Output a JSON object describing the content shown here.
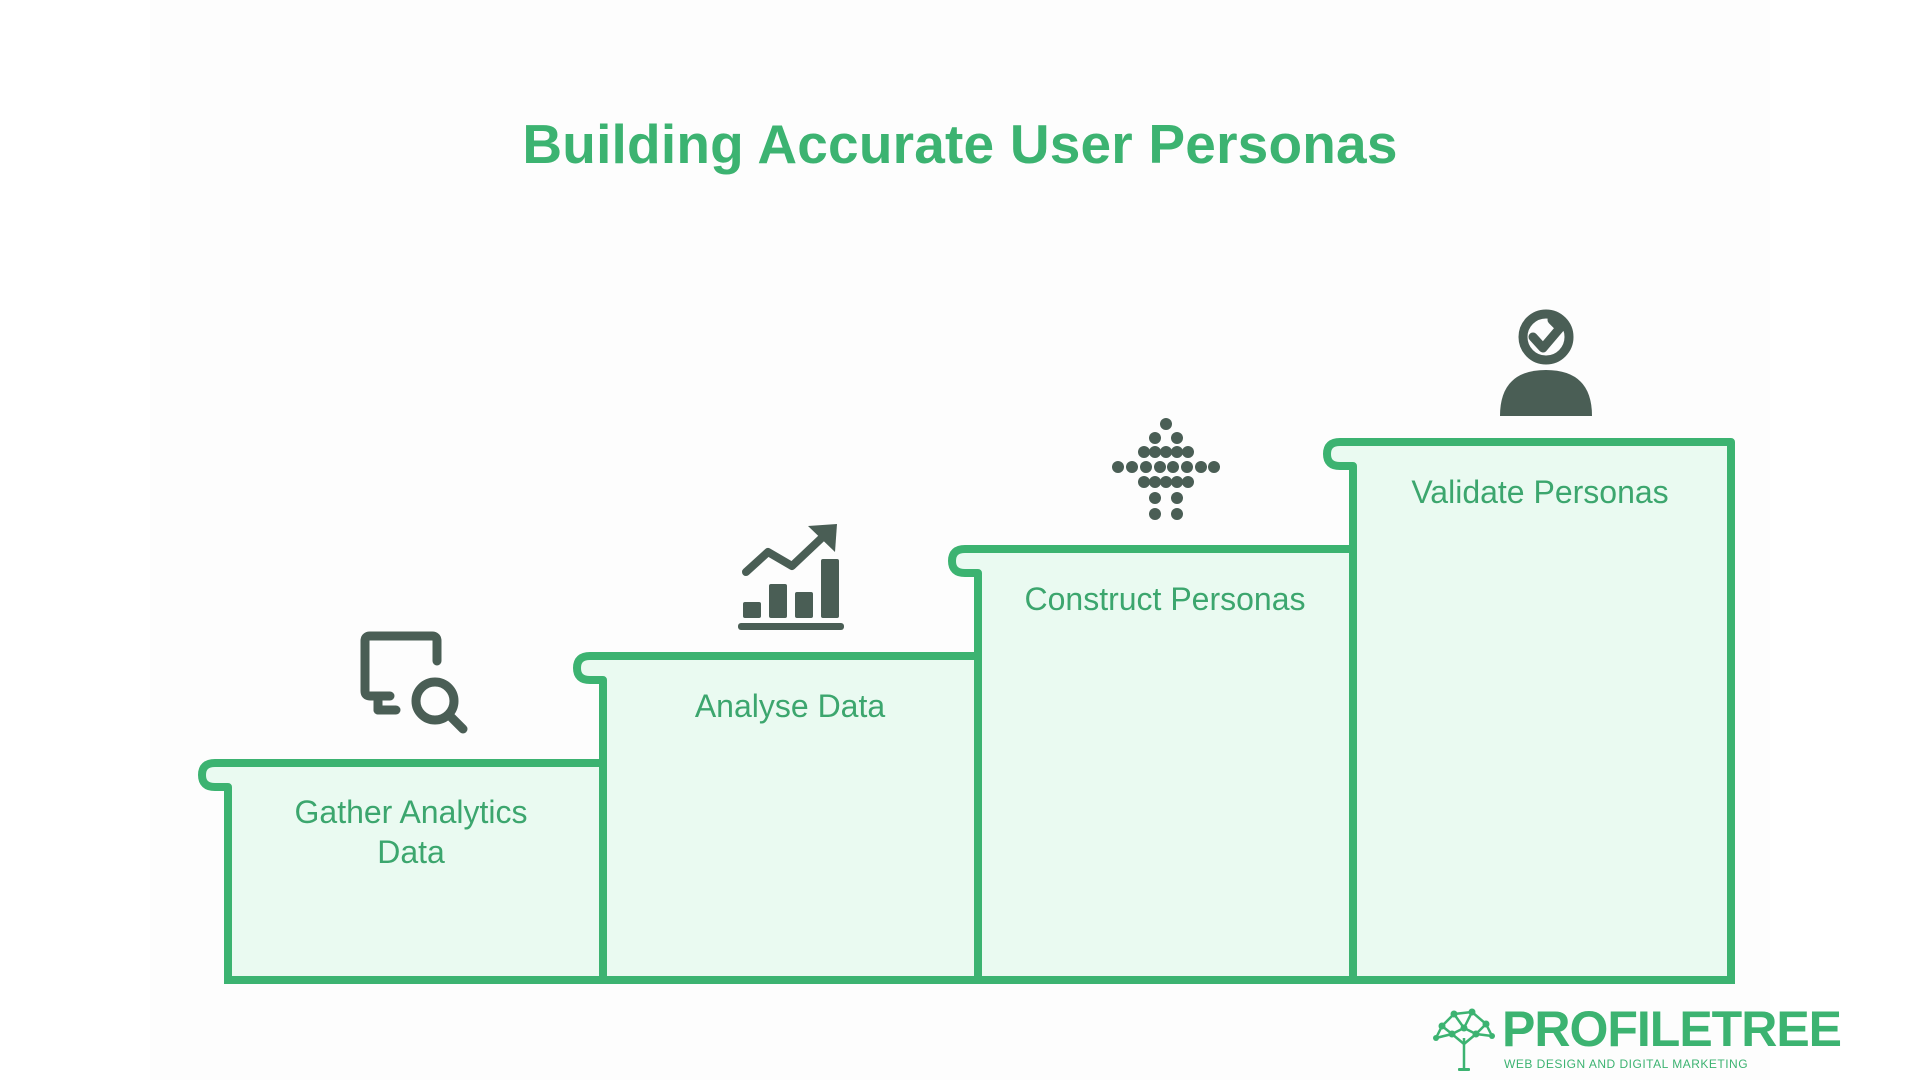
{
  "title": "Building Accurate User Personas",
  "steps": [
    {
      "label_line1": "Gather Analytics",
      "label_line2": "Data",
      "icon": "monitor-search-icon"
    },
    {
      "label_line1": "Analyse Data",
      "label_line2": "",
      "icon": "bar-chart-trend-icon"
    },
    {
      "label_line1": "Construct Personas",
      "label_line2": "",
      "icon": "dotted-arrow-cross-icon"
    },
    {
      "label_line1": "Validate Personas",
      "label_line2": "",
      "icon": "user-check-icon"
    }
  ],
  "logo": {
    "word": "PROFILETREE",
    "tagline": "WEB DESIGN AND DIGITAL MARKETING",
    "icon": "tree-network-icon"
  },
  "colors": {
    "accent": "#3cb371",
    "step_fill": "#eafaf1",
    "icon": "#4a5e55"
  }
}
